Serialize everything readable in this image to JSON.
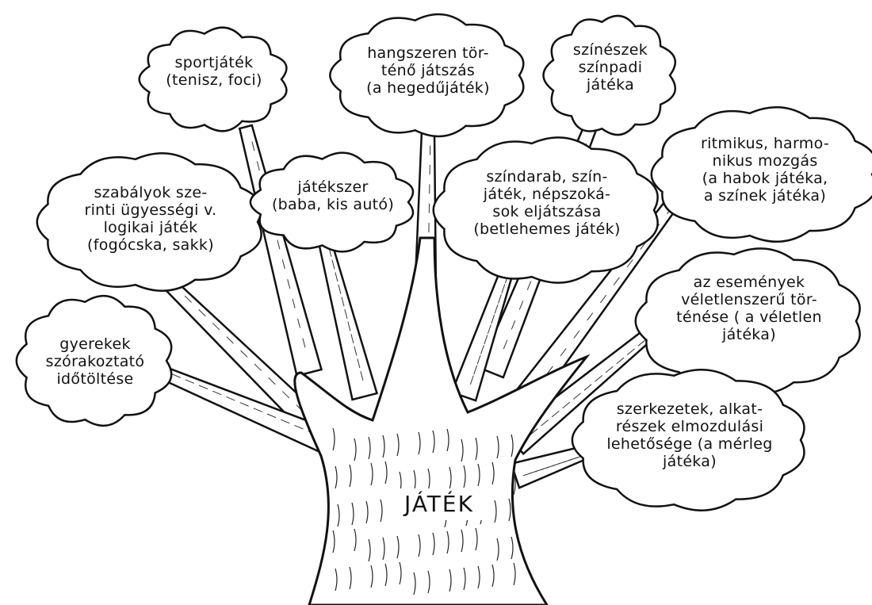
{
  "trunk": {
    "label": "JÁTÉK"
  },
  "clouds": [
    {
      "id": "sport",
      "lines": [
        "sportjáték",
        "(tenisz, foci)"
      ]
    },
    {
      "id": "hangszer",
      "lines": [
        "hangszeren tör-",
        "ténő játszás",
        "(a hegedűjáték)"
      ]
    },
    {
      "id": "szineszek",
      "lines": [
        "színészek",
        "színpadi",
        "játéka"
      ]
    },
    {
      "id": "szabalyok",
      "lines": [
        "szabályok sze-",
        "rinti ügyességi v.",
        "logikai játék",
        "(fogócska, sakk)"
      ]
    },
    {
      "id": "jatekszer",
      "lines": [
        "játékszer",
        "(baba, kis autó)"
      ]
    },
    {
      "id": "szindarab",
      "lines": [
        "színdarab, szín-",
        "játék, népszoká-",
        "sok eljátszása",
        "(betlehemes játék)"
      ]
    },
    {
      "id": "ritmikus",
      "lines": [
        "ritmikus, harmo-",
        "nikus mozgás",
        "(a habok játéka,",
        "a színek játéka)"
      ]
    },
    {
      "id": "gyerekek",
      "lines": [
        "gyerekek",
        "szórakoztató",
        "időtöltése"
      ]
    },
    {
      "id": "esemenyek",
      "lines": [
        "az események",
        "véletlenszerű tör-",
        "ténése ( a véletlen",
        "játéka)"
      ]
    },
    {
      "id": "szerkezetek",
      "lines": [
        "szerkezetek, alkat-",
        "részek elmozdulási",
        "lehetősége (a mérleg",
        "játéka)"
      ]
    }
  ]
}
